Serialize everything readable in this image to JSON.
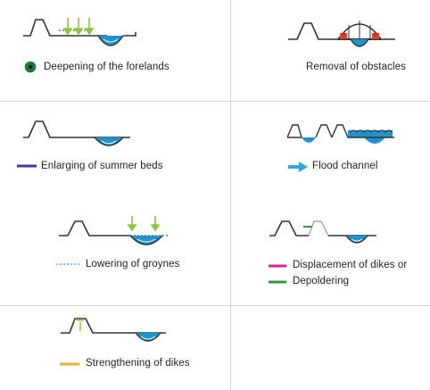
{
  "legend": {
    "deepening": "Deepening of the forelands",
    "removal": "Removal of obstacles",
    "enlarging": "Enlarging of summer beds",
    "flood_channel": "Flood channel",
    "groynes": "Lowering of groynes",
    "displacement": "Displacement of dikes or",
    "depoldering": "Depoldering",
    "strengthening": "Strengthening of dikes"
  },
  "colors": {
    "deepening_marker": "#1e7a3c",
    "enlarging_line": "#3a3aa6",
    "flood_arrow": "#2aa8e0",
    "groynes_line": "#7fc8ec",
    "displacement_line": "#e0208c",
    "depoldering_line": "#2e9a3e",
    "strengthening_line": "#f0b030",
    "water": "#1e93cf",
    "arrow_green": "#8cc63f",
    "obstacle_red": "#e0402a"
  }
}
